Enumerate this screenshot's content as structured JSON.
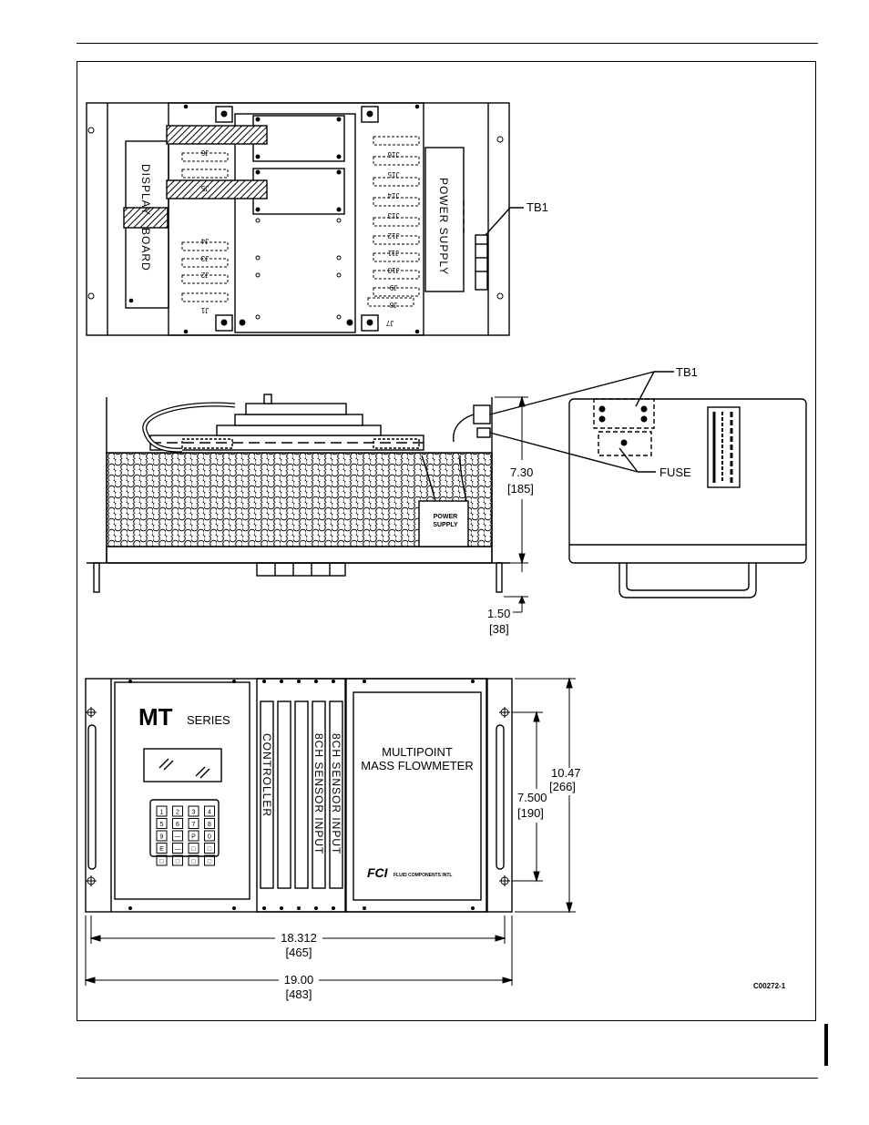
{
  "labels": {
    "display": "DISPLAY",
    "board": "BOARD",
    "power_supply_top": "POWER SUPPLY",
    "tb1_top": "TB1",
    "tb1_side": "TB1",
    "fuse": "FUSE",
    "power_supply_side_l1": "POWER",
    "power_supply_side_l2": "SUPPLY",
    "mt": "MT",
    "series": "SERIES",
    "controller": "CONTROLLER",
    "sensor_input_1": "8CH SENSOR INPUT",
    "sensor_input_2": "8CH SENSOR INPUT",
    "multipoint": "MULTIPOINT",
    "mass_flowmeter": "MASS FLOWMETER",
    "fci_logo": "FCI",
    "fluid_components": "FLUID COMPONENTS INTL",
    "drawing_number": "C00272-1"
  },
  "connectors_left": [
    "J6",
    "J5",
    "J4",
    "J3",
    "J2",
    "J1"
  ],
  "connectors_right": [
    "J16",
    "J15",
    "J14",
    "J13",
    "J12",
    "J11",
    "J10",
    "J9",
    "J8",
    "J7"
  ],
  "keypad_keys": [
    "1",
    "2",
    "3",
    "4",
    "5",
    "6",
    "7",
    "8",
    "9",
    "—",
    "P",
    "0",
    "E",
    "—",
    "□",
    "□",
    "□",
    "□",
    "□",
    "□"
  ],
  "dimensions": {
    "height_in": "7.30",
    "height_mm": "[185]",
    "rear_in": "1.50",
    "rear_mm": "[38]",
    "panel_h_in": "10.47",
    "panel_h_mm": "[266]",
    "mount_h_in": "7.500",
    "mount_h_mm": "[190]",
    "mount_w_in": "18.312",
    "mount_w_mm": "[465]",
    "panel_w_in": "19.00",
    "panel_w_mm": "[483]"
  }
}
